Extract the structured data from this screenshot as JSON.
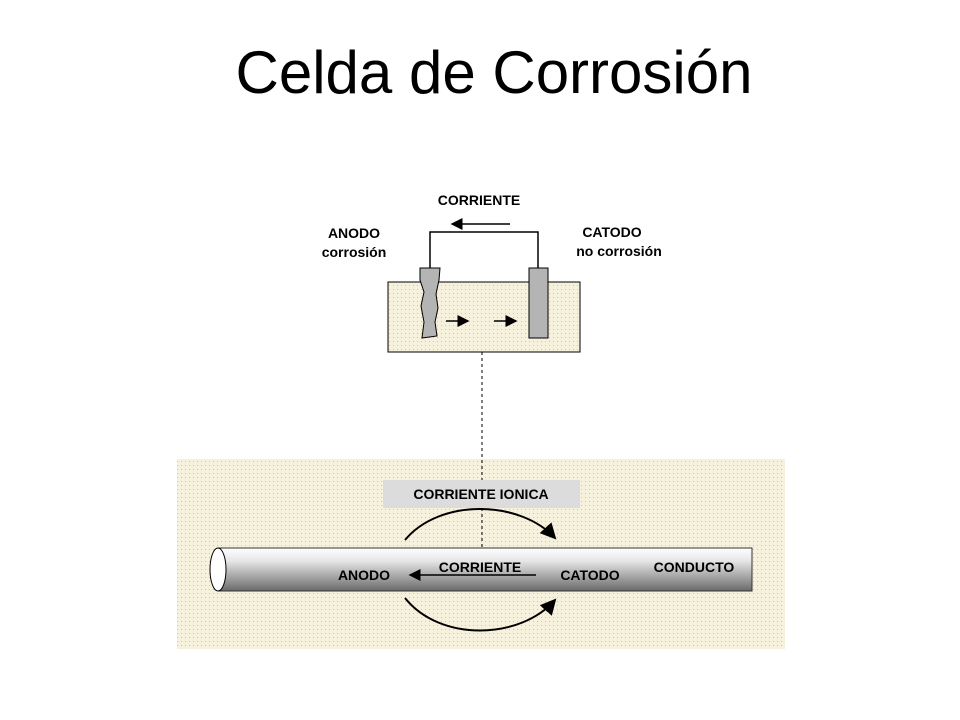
{
  "title": "Celda de Corrosión",
  "cell": {
    "current_label": "CORRIENTE",
    "anode_label": "ANODO",
    "anode_sub": "corrosión",
    "cathode_label": "CATODO",
    "cathode_sub": "no corrosión"
  },
  "pipe": {
    "ionic_current_label": "CORRIENTE IONICA",
    "anode_label": "ANODO",
    "current_label": "CORRIENTE",
    "cathode_label": "CATODO",
    "conduit_label": "CONDUCTO"
  },
  "colors": {
    "electrolyte": "#f5f1dc",
    "dots": "#cfc8a0",
    "electrode": "#b4b4b4",
    "ionic_label_bg": "#dcdcdc"
  }
}
